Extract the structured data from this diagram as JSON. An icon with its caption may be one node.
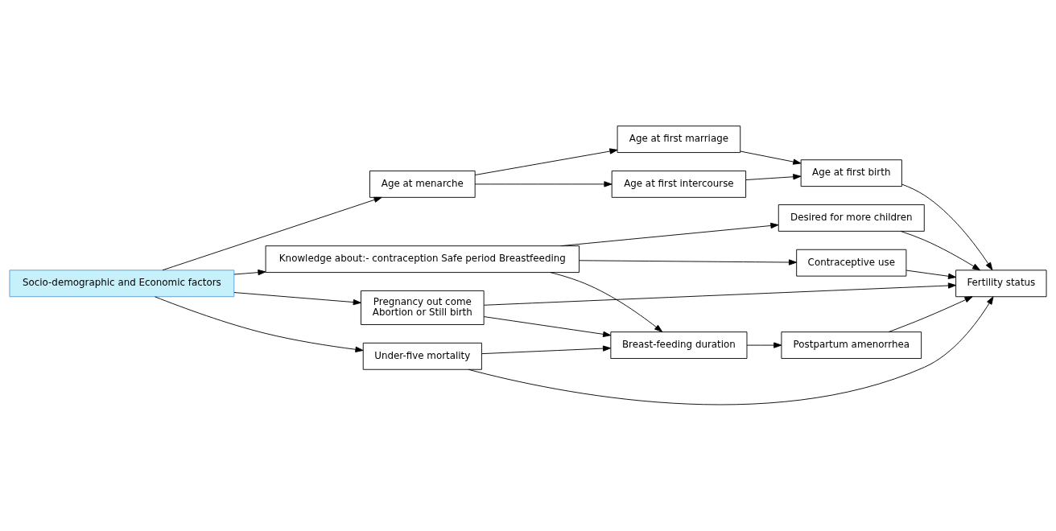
{
  "diagram": {
    "nodes": [
      {
        "text": [
          "Socio-demographic and Economic factors"
        ]
      },
      {
        "text": [
          "Age at menarche"
        ]
      },
      {
        "text": [
          "Age at first marriage"
        ]
      },
      {
        "text": [
          "Age at first intercourse"
        ]
      },
      {
        "text": [
          "Age at first birth"
        ]
      },
      {
        "text": [
          "Knowledge about:- contraception Safe period Breastfeeding"
        ]
      },
      {
        "text": [
          "Contraceptive use"
        ]
      },
      {
        "text": [
          "Fertility status"
        ]
      },
      {
        "text": [
          "Desired for more children"
        ]
      },
      {
        "text": [
          "Breast-feeding duration"
        ]
      },
      {
        "text": [
          "Postpartum amenorrhea"
        ]
      },
      {
        "text": [
          "Pregnancy out come",
          "Abortion or Still birth"
        ]
      },
      {
        "text": [
          "Under-five mortality"
        ]
      }
    ],
    "edges": [
      {
        "from": 0,
        "to": 1,
        "arrow": "to"
      },
      {
        "from": 1,
        "to": 2,
        "arrow": "to"
      },
      {
        "from": 1,
        "to": 3,
        "arrow": "to"
      },
      {
        "from": 2,
        "to": 4,
        "arrow": "to"
      },
      {
        "from": 3,
        "to": 4,
        "arrow": "to"
      },
      {
        "from": 4,
        "to": 7,
        "arrow": "to"
      },
      {
        "from": 0,
        "to": 5,
        "arrow": "to"
      },
      {
        "from": 5,
        "to": 6,
        "arrow": "to"
      },
      {
        "from": 5,
        "to": 8,
        "arrow": "to"
      },
      {
        "from": 5,
        "to": 9,
        "arrow": "to"
      },
      {
        "from": 6,
        "to": 7,
        "arrow": "to"
      },
      {
        "from": 8,
        "to": 7,
        "arrow": "to"
      },
      {
        "from": 9,
        "to": 10,
        "arrow": "to"
      },
      {
        "from": 10,
        "to": 7,
        "arrow": "to"
      },
      {
        "from": 0,
        "to": 11,
        "arrow": "to"
      },
      {
        "from": 11,
        "to": 9,
        "arrow": "to"
      },
      {
        "from": 11,
        "to": 7,
        "arrow": "to"
      },
      {
        "from": 0,
        "to": 12,
        "arrow": "to"
      },
      {
        "from": 12,
        "to": 9,
        "arrow": "to"
      },
      {
        "from": 12,
        "to": 7,
        "arrow": "to"
      }
    ]
  }
}
